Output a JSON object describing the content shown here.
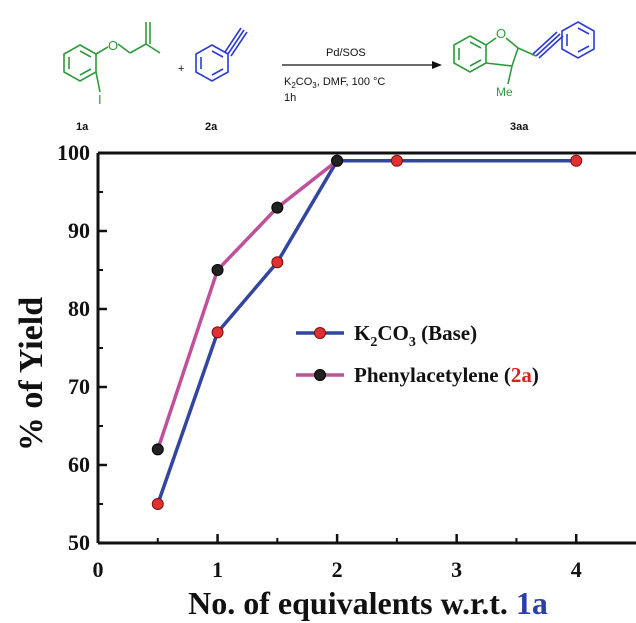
{
  "scheme": {
    "reagent_top": "Pd/SOS",
    "conditions_k2co3": "K",
    "conditions_sub2": "2",
    "conditions_co": "CO",
    "conditions_sub3": "3",
    "conditions_rest": ", DMF, 100 °C",
    "time": "1h",
    "label_1a": "1a",
    "label_2a": "2a",
    "label_3aa": "3aa",
    "atom_O1": "O",
    "atom_I": "I",
    "atom_O2": "O",
    "atom_Me": "Me",
    "plus": "+",
    "colors": {
      "green": "#2e9a3c",
      "blue": "#2b3bd6"
    }
  },
  "chart_data": {
    "type": "line",
    "xlabel_main": "No. of equivalents w.r.t. ",
    "xlabel_ref": "1a",
    "ylabel": "% of Yield",
    "xlim": [
      0,
      4.5
    ],
    "ylim": [
      50,
      100
    ],
    "x_ticks": [
      0,
      1,
      2,
      3,
      4
    ],
    "y_ticks": [
      50,
      60,
      70,
      80,
      90,
      100
    ],
    "legend_position": "center-right",
    "series": [
      {
        "name_main": "K",
        "name_sub": "2",
        "name_co": "CO",
        "name_sub3": "3",
        "name_rest": " (Base)",
        "line_color": "#3246a0",
        "marker_color": "#e03030",
        "x": [
          0.5,
          1,
          1.5,
          2,
          2.5,
          4
        ],
        "y": [
          55,
          77,
          86,
          99,
          99,
          99
        ]
      },
      {
        "name_main": "Phenylacetylene (",
        "name_ref": "2a",
        "name_end": ")",
        "line_color": "#c0509a",
        "marker_color": "#222222",
        "x": [
          0.5,
          1,
          1.5,
          2
        ],
        "y": [
          62,
          85,
          93,
          99
        ]
      }
    ],
    "colors": {
      "ref_1a": "#2b3fa8",
      "ref_2a": "#e02020"
    }
  }
}
